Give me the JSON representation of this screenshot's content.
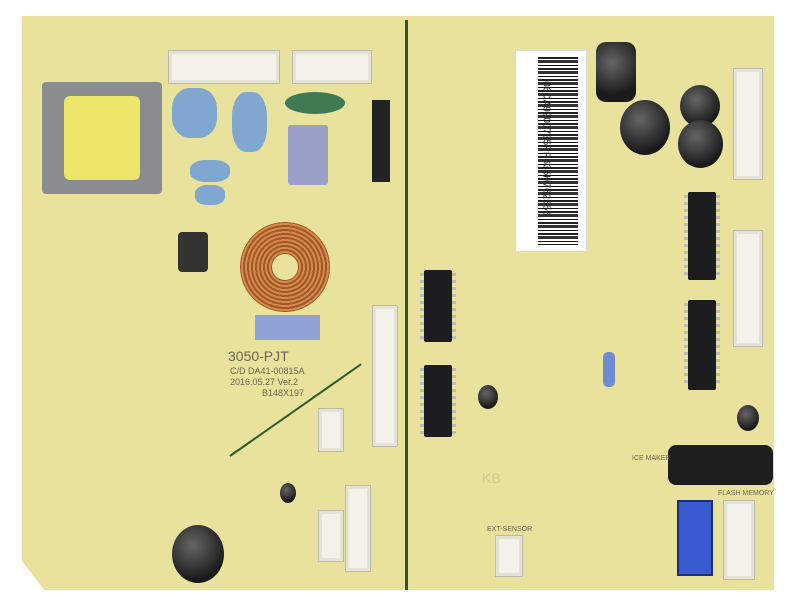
{
  "board": {
    "model": "3050-PJT",
    "code": "C/D DA41-00815A",
    "date_version": "2016.05.27  Ver.2",
    "size": "B148X197",
    "barcode": "06DA9200735PP635H762556",
    "labels": {
      "ext_sensor": "EXT-SENSOR",
      "ice_maker": "ICE MAKER",
      "flash_memory": "FLASH MEMORY",
      "kb": "KB"
    }
  }
}
